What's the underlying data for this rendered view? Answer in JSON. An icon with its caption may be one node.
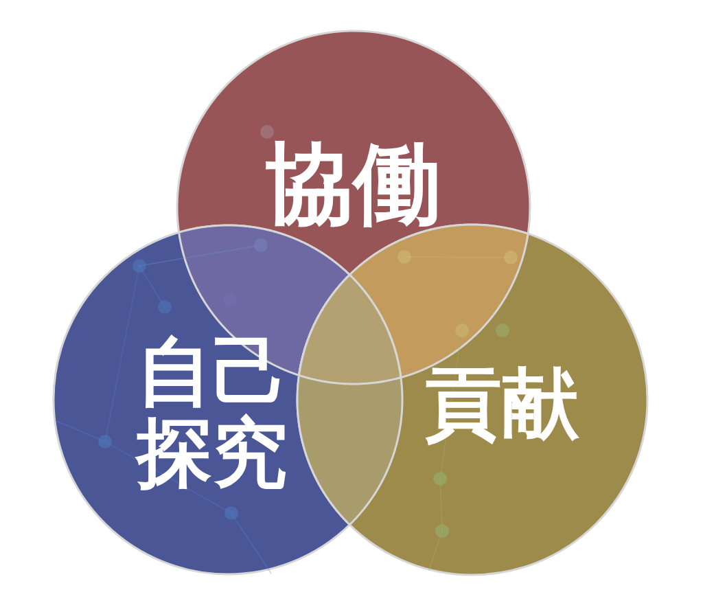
{
  "diagram": {
    "nodes": [
      {
        "text": [
          "協働"
        ]
      },
      {
        "text": [
          "自己探究"
        ]
      },
      {
        "text": [
          "貢献"
        ]
      }
    ]
  }
}
